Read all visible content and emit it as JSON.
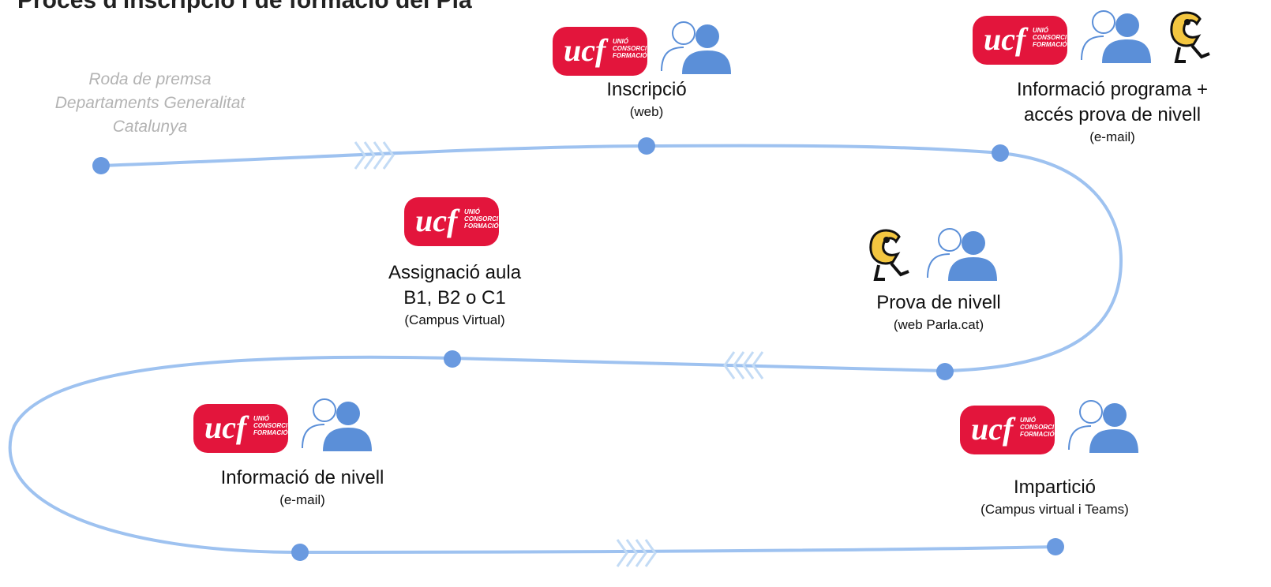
{
  "title": "Procés d'inscripció i de formació del Pla",
  "start_note": [
    "Roda de premsa",
    "Departaments Generalitat",
    "Catalunya"
  ],
  "colors": {
    "path": "#9ec2f0",
    "dot": "#6a9ae0",
    "brand_red": "#e3153c",
    "user_blue": "#5b8fd8",
    "mascot_yellow": "#f3c640"
  },
  "logo": {
    "main": "ucf",
    "line1": "UNIÓ",
    "line2": "CONSORCI",
    "line3": "FORMACIÓ"
  },
  "steps": [
    {
      "id": "inscripcio",
      "label": [
        "Inscripció"
      ],
      "sub": "(web)",
      "icons": [
        "ucf-logo",
        "user-icon"
      ]
    },
    {
      "id": "informacio-programa",
      "label": [
        "Informació programa +",
        "accés prova de nivell"
      ],
      "sub": "(e-mail)",
      "icons": [
        "ucf-logo",
        "user-icon",
        "mascot-icon"
      ]
    },
    {
      "id": "prova-nivell",
      "label": [
        "Prova de nivell"
      ],
      "sub": "(web Parla.cat)",
      "icons": [
        "mascot-icon",
        "user-icon"
      ]
    },
    {
      "id": "assignacio-aula",
      "label": [
        "Assignació aula",
        "B1, B2 o C1"
      ],
      "sub": "(Campus Virtual)",
      "icons": [
        "ucf-logo"
      ]
    },
    {
      "id": "informacio-nivell",
      "label": [
        "Informació de nivell"
      ],
      "sub": "(e-mail)",
      "icons": [
        "ucf-logo",
        "user-icon"
      ]
    },
    {
      "id": "imparticio",
      "label": [
        "Impartició"
      ],
      "sub": "(Campus virtual i Teams)",
      "icons": [
        "ucf-logo",
        "user-icon"
      ]
    }
  ]
}
